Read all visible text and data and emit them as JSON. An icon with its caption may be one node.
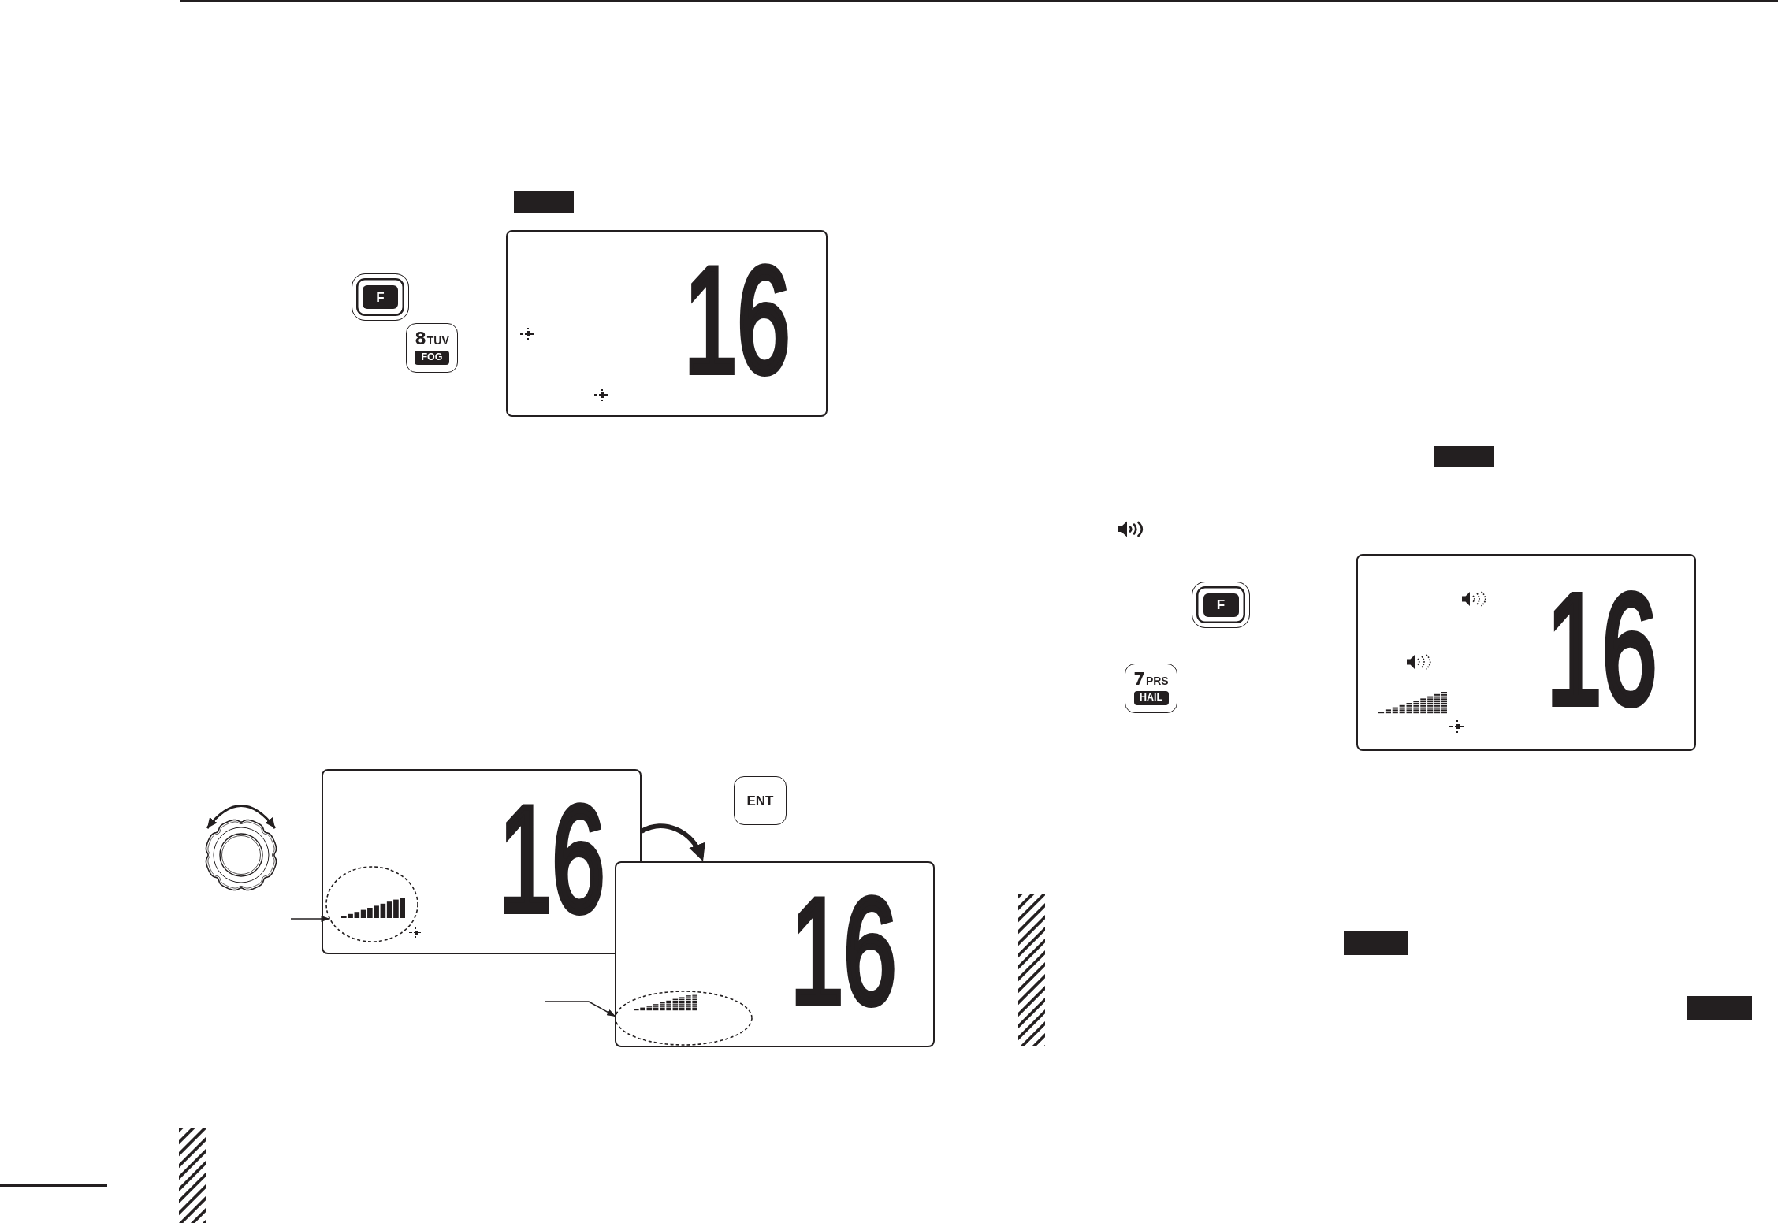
{
  "diagram": {
    "nodes": [
      {
        "text": [],
        "shape": "box"
      },
      {
        "text": [
          "F"
        ]
      },
      {
        "text": [
          "8",
          "TUV",
          "FOG"
        ]
      },
      {
        "text": [
          "16"
        ]
      },
      {
        "text": [
          "16"
        ]
      },
      {
        "text": [],
        "shape": "ellipse",
        "in": 4
      },
      {
        "text": [
          "ENT"
        ]
      },
      {
        "text": [
          "16"
        ]
      },
      {
        "text": [],
        "shape": "ellipse",
        "in": 7
      },
      {
        "text": [],
        "shape": "bar"
      },
      {
        "text": [],
        "shape": "bar"
      },
      {
        "text": [],
        "shape": "box"
      },
      {
        "text": [
          "F"
        ]
      },
      {
        "text": [
          "7",
          "PRS",
          "HAIL"
        ]
      },
      {
        "text": [
          "16"
        ]
      },
      {
        "text": [],
        "shape": "box"
      },
      {
        "text": [],
        "shape": "box"
      }
    ],
    "edges": [
      {
        "from": null,
        "to": 5,
        "arrow": "to"
      },
      {
        "from": 4,
        "to": 7,
        "arrow": "to",
        "style": "thick"
      },
      {
        "from": null,
        "to": 8,
        "arrow": "to"
      }
    ]
  }
}
